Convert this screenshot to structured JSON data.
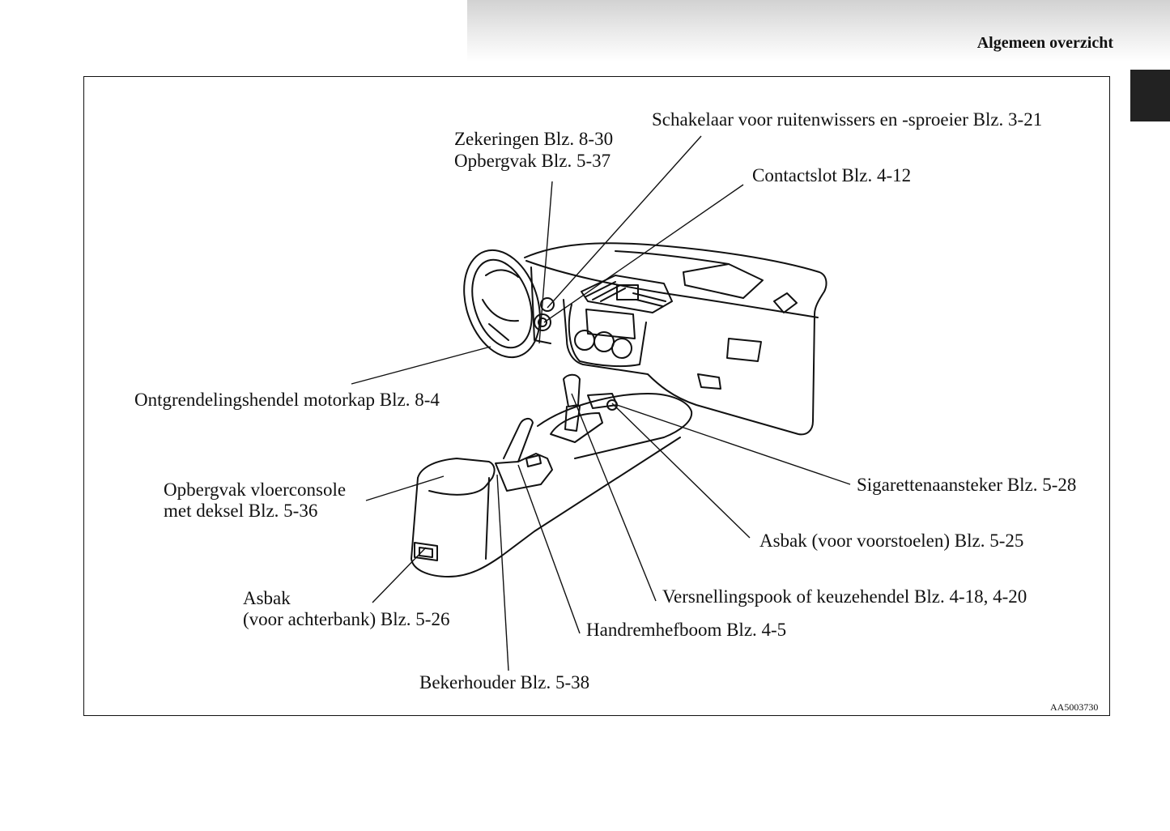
{
  "header": {
    "section_title": "Algemeen overzicht"
  },
  "figure": {
    "code": "AA5003730",
    "labels": {
      "fuses": "Zekeringen Blz. 8-30",
      "storage": "Opbergvak Blz. 5-37",
      "wiper_switch": "Schakelaar voor ruitenwissers en -sproeier Blz. 3-21",
      "ignition": "Contactslot Blz. 4-12",
      "hood_release": "Ontgrendelingshendel motorkap Blz. 8-4",
      "console_box_1": "Opbergvak vloerconsole",
      "console_box_2": "met deksel Blz. 5-36",
      "rear_ashtray_1": "Asbak",
      "rear_ashtray_2": "(voor achterbank) Blz. 5-26",
      "cup_holder": "Bekerhouder Blz. 5-38",
      "cigarette_lighter": "Sigarettenaansteker Blz. 5-28",
      "front_ashtray": "Asbak (voor voorstoelen) Blz. 5-25",
      "gear_lever": "Versnellingspook of keuzehendel Blz. 4-18, 4-20",
      "handbrake": "Handremhefboom Blz. 4-5"
    }
  }
}
